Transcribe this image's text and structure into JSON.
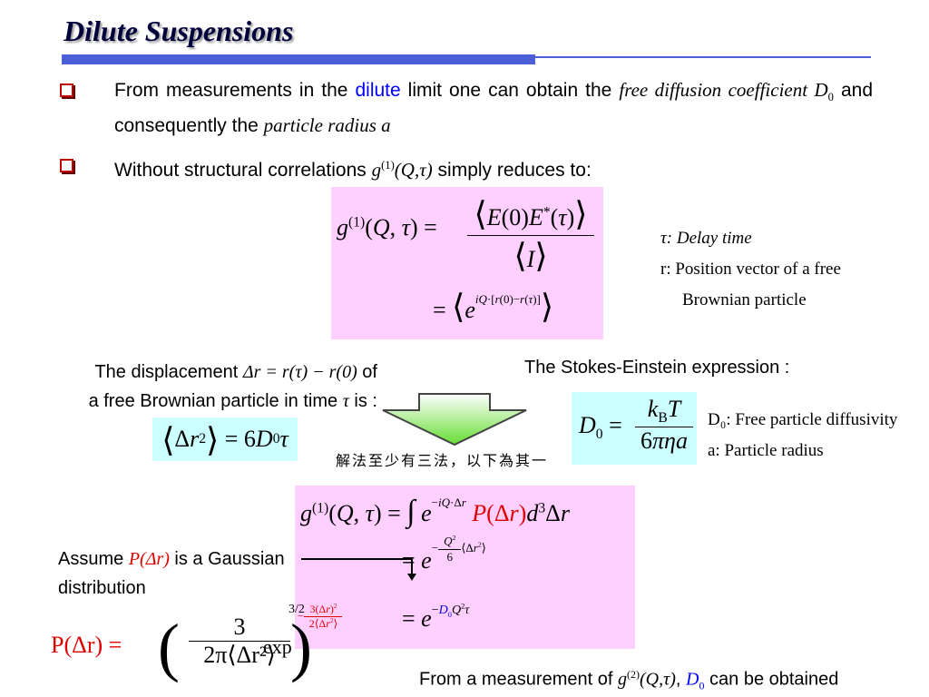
{
  "slide": {
    "title": "Dilute Suspensions",
    "bullet1": {
      "t1": "From measurements in the ",
      "blue": "dilute",
      "t2": " limit one can obtain the ",
      "it1": "free diffusion coefficient D",
      "sub0": "0",
      "t3": " and consequently the ",
      "it2": "particle radius a"
    },
    "bullet2": {
      "t1": "Without structural correlations ",
      "g": "g",
      "sup": "(1)",
      "arg": "(Q,τ)",
      "t2": " simply reduces to:"
    },
    "notes_top": {
      "tau": "τ: Delay time",
      "r1": "r: Position vector of a free",
      "r2": "Brownian particle"
    },
    "displacement": {
      "t1": "The displacement ",
      "expr": "Δr = r(τ) − r(0)",
      "t2": " of",
      "t3": "a free Brownian particle in time ",
      "tau": "τ",
      "t4": " is :"
    },
    "stokes": {
      "label": "The Stokes‐Einstein expression :"
    },
    "notes_right": {
      "d0": "D₀: Free particle diffusivity",
      "a": "a: Particle radius"
    },
    "chinese": "解法至少有三法，以下為其一",
    "assume": {
      "t1": "Assume ",
      "p": "P(Δr)",
      "t2": " is a Gaussian",
      "t3": "distribution"
    },
    "gauss": {
      "lhs": "P(Δr) =",
      "num": "3",
      "den": "2π⟨Δr²⟩",
      "pow": "3/2",
      "exp": "exp"
    },
    "bottom": {
      "t1": "From a measurement of ",
      "g": "g",
      "sup": "(2)",
      "arg": "(Q,τ)",
      "comma": ", ",
      "d": "D",
      "dsub": "0",
      "t2": " can be obtained"
    },
    "colors": {
      "title_shadow": "#9a9a9a",
      "rule": "#4d5fd6",
      "bullet": "#c00000",
      "highlight_pink": "#ffd0ff",
      "highlight_cyan": "#ccffff",
      "accent_blue": "#0000ff",
      "accent_red": "#e00000",
      "arrow_green": "#66dd33"
    },
    "icons": {
      "bullet": "hollow-square-bullet",
      "arrow": "green-down-arrow"
    }
  }
}
